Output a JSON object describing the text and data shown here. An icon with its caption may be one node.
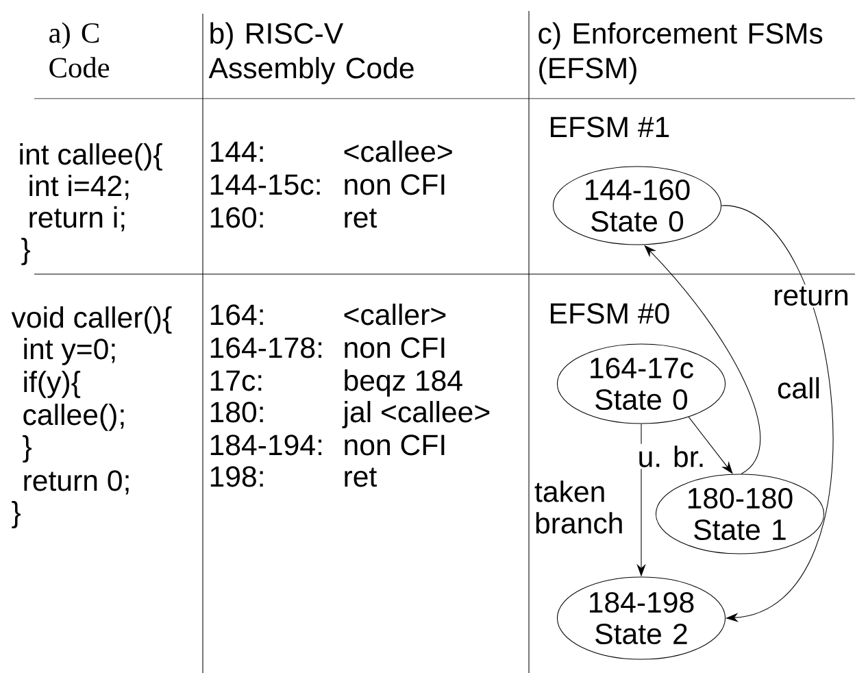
{
  "diagram": {
    "nodes": [
      {
        "text": [
          "144-160 State 0"
        ]
      },
      {
        "text": [
          "164-17c State 0"
        ]
      },
      {
        "text": [
          "180-180 State 1"
        ]
      },
      {
        "text": [
          "184-198 State 2"
        ]
      }
    ],
    "edges": [
      {
        "from": 1,
        "to": 2,
        "arrow": "to",
        "label": "u. br."
      },
      {
        "from": 1,
        "to": 3,
        "arrow": "to",
        "label": "taken branch"
      },
      {
        "from": 2,
        "to": 0,
        "arrow": "to",
        "label": "call"
      },
      {
        "from": 0,
        "to": 3,
        "arrow": "to",
        "label": "return"
      }
    ],
    "labels": [
      "a) C Code",
      "b) RISC-V Assembly Code",
      "c) Enforcement FSMs (EFSM)",
      "int callee(){",
      "int i=42;",
      "return i;",
      "}",
      "144:",
      "<callee>",
      "144-15c:",
      "non CFI",
      "160:",
      "ret",
      "EFSM #1",
      "void caller(){",
      "int y=0;",
      "if(y){",
      "callee();",
      "}",
      "return 0;",
      "}",
      "164:",
      "<caller>",
      "164-178:",
      "non CFI",
      "17c:",
      "beqz 184",
      "180:",
      "jal <callee>",
      "184-194:",
      "non CFI",
      "198:",
      "ret",
      "EFSM #0"
    ]
  }
}
